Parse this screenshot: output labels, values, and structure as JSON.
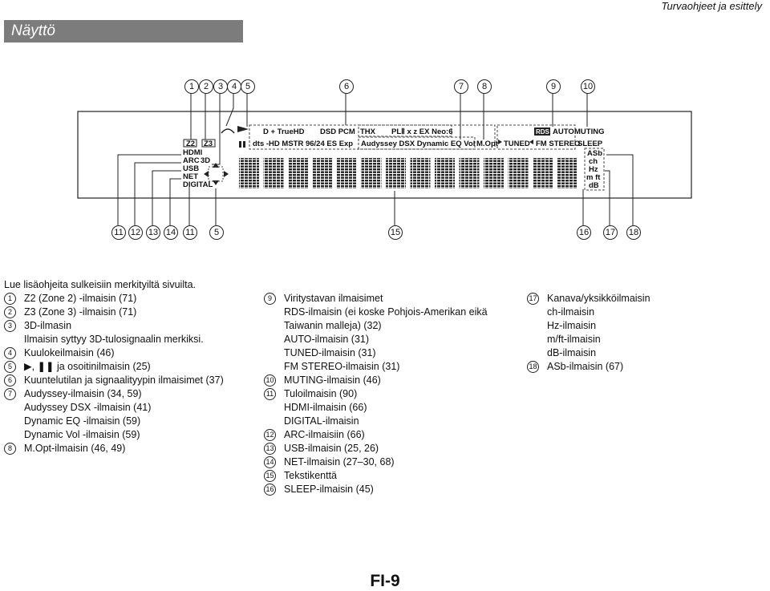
{
  "header": "Turvaohjeet ja esittely",
  "section_title": "Näyttö",
  "callouts_top": [
    "1",
    "2",
    "3",
    "4",
    "5",
    "6",
    "7",
    "8",
    "9",
    "10"
  ],
  "callouts_bottom": [
    "11",
    "12",
    "13",
    "14",
    "11",
    "5",
    "15",
    "16",
    "17",
    "18"
  ],
  "display": {
    "z2": "Z2",
    "z3": "Z3",
    "dolby_plus": "D + TrueHD",
    "dsd_pcm": "DSD PCM",
    "thx": "THX",
    "pl": "PLⅡ x z EX Neo:6",
    "dts": "dts -HD MSTR 96/24 ES Exp",
    "audyssey": "Audyssey DSX Dynamic EQ Vol",
    "mopt": "M.Opt",
    "rds": "RDS",
    "auto": "AUTO",
    "muting": "MUTING",
    "tuned": "TUNED",
    "fm_stereo": "FM STEREO",
    "sleep": "SLEEP",
    "inputs": [
      "HDMI",
      "ARC",
      "USB",
      "NET",
      "DIGITAL"
    ],
    "threed": "3D",
    "units": [
      "ASb",
      "ch",
      "Hz",
      "m ft",
      "dB"
    ]
  },
  "intro": "Lue lisäohjeita sulkeisiin merkityiltä sivuilta.",
  "col1": [
    {
      "n": "1",
      "t": "Z2 (Zone 2) -ilmaisin (71)"
    },
    {
      "n": "2",
      "t": "Z3 (Zone 3) -ilmaisin (71)"
    },
    {
      "n": "3",
      "t": "3D-ilmasin"
    },
    {
      "n": "",
      "t": "Ilmaisin syttyy 3D-tulosignaalin merkiksi."
    },
    {
      "n": "4",
      "t": "Kuulokeilmaisin (46)"
    },
    {
      "n": "5",
      "t": "▶, ❚❚ ja osoitinilmaisin (25)"
    },
    {
      "n": "6",
      "t": "Kuuntelutilan ja signaalityypin ilmaisimet (37)"
    },
    {
      "n": "7",
      "t": "Audyssey-ilmaisin (34, 59)"
    },
    {
      "n": "",
      "t": "Audyssey DSX -ilmaisin (41)"
    },
    {
      "n": "",
      "t": "Dynamic EQ -ilmaisin (59)"
    },
    {
      "n": "",
      "t": "Dynamic Vol -ilmaisin (59)"
    },
    {
      "n": "8",
      "t": "M.Opt-ilmaisin (46, 49)"
    }
  ],
  "col2": [
    {
      "n": "9",
      "t": "Viritystavan ilmaisimet"
    },
    {
      "n": "",
      "t": "RDS-ilmaisin (ei koske Pohjois-Amerikan eikä"
    },
    {
      "n": "",
      "t": "Taiwanin malleja) (32)"
    },
    {
      "n": "",
      "t": "AUTO-ilmaisin (31)"
    },
    {
      "n": "",
      "t": "TUNED-ilmaisin (31)"
    },
    {
      "n": "",
      "t": "FM STEREO-ilmaisin (31)"
    },
    {
      "n": "10",
      "t": "MUTING-ilmaisin (46)"
    },
    {
      "n": "11",
      "t": "Tuloilmaisin (90)"
    },
    {
      "n": "",
      "t": "HDMI-ilmaisin (66)"
    },
    {
      "n": "",
      "t": "DIGITAL-ilmaisin"
    },
    {
      "n": "12",
      "t": "ARC-ilmaisiin (66)"
    },
    {
      "n": "13",
      "t": "USB-ilmaisin (25, 26)"
    },
    {
      "n": "14",
      "t": "NET-ilmaisin (27–30, 68)"
    },
    {
      "n": "15",
      "t": "Tekstikenttä"
    },
    {
      "n": "16",
      "t": "SLEEP-ilmaisin (45)"
    }
  ],
  "col3": [
    {
      "n": "17",
      "t": "Kanava/yksikköilmaisin"
    },
    {
      "n": "",
      "t": "ch-ilmaisin"
    },
    {
      "n": "",
      "t": "Hz-ilmaisin"
    },
    {
      "n": "",
      "t": "m/ft-ilmaisin"
    },
    {
      "n": "",
      "t": "dB-ilmaisin"
    },
    {
      "n": "18",
      "t": "ASb-ilmaisin (67)"
    }
  ],
  "footer": "FI-9"
}
